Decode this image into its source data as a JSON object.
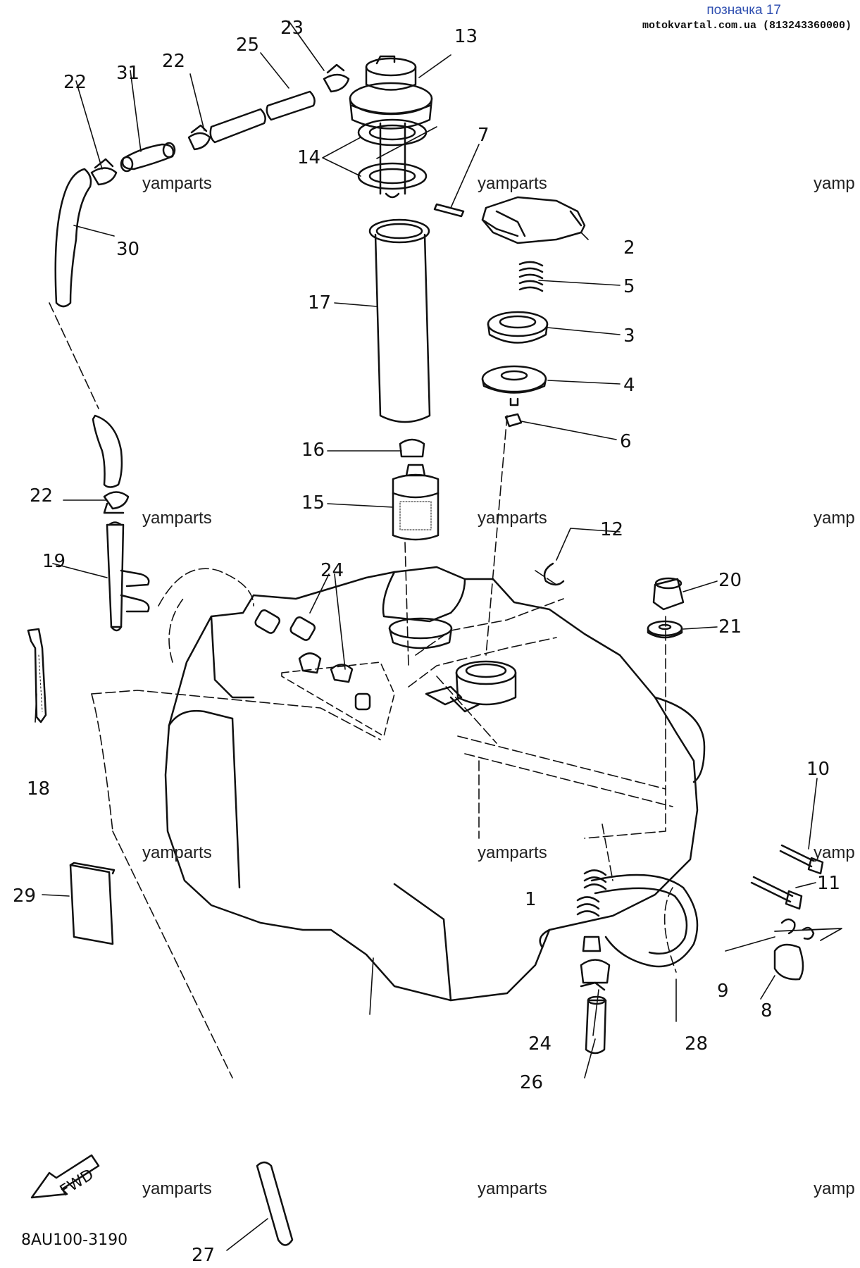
{
  "header": {
    "title": "позначка 17",
    "site": "motokvartal.com.ua (813243360000)"
  },
  "diagram_code": "8AU100-3190",
  "fwd_label": "FWD",
  "watermark": "yamparts",
  "watermark_clipped": "yamp",
  "callouts": {
    "c1": "1",
    "c2": "2",
    "c3": "3",
    "c4": "4",
    "c5": "5",
    "c6": "6",
    "c7": "7",
    "c8": "8",
    "c9": "9",
    "c10": "10",
    "c11": "11",
    "c12": "12",
    "c13": "13",
    "c14": "14",
    "c15": "15",
    "c16": "16",
    "c17": "17",
    "c18": "18",
    "c19": "19",
    "c20": "20",
    "c21": "21",
    "c22": "22",
    "c23": "23",
    "c24": "24",
    "c25": "25",
    "c26": "26",
    "c27": "27",
    "c28": "28",
    "c29": "29",
    "c30": "30",
    "c31": "31"
  },
  "colors": {
    "ink": "#111111",
    "header_blue": "#2f4fb0",
    "background": "#ffffff"
  }
}
